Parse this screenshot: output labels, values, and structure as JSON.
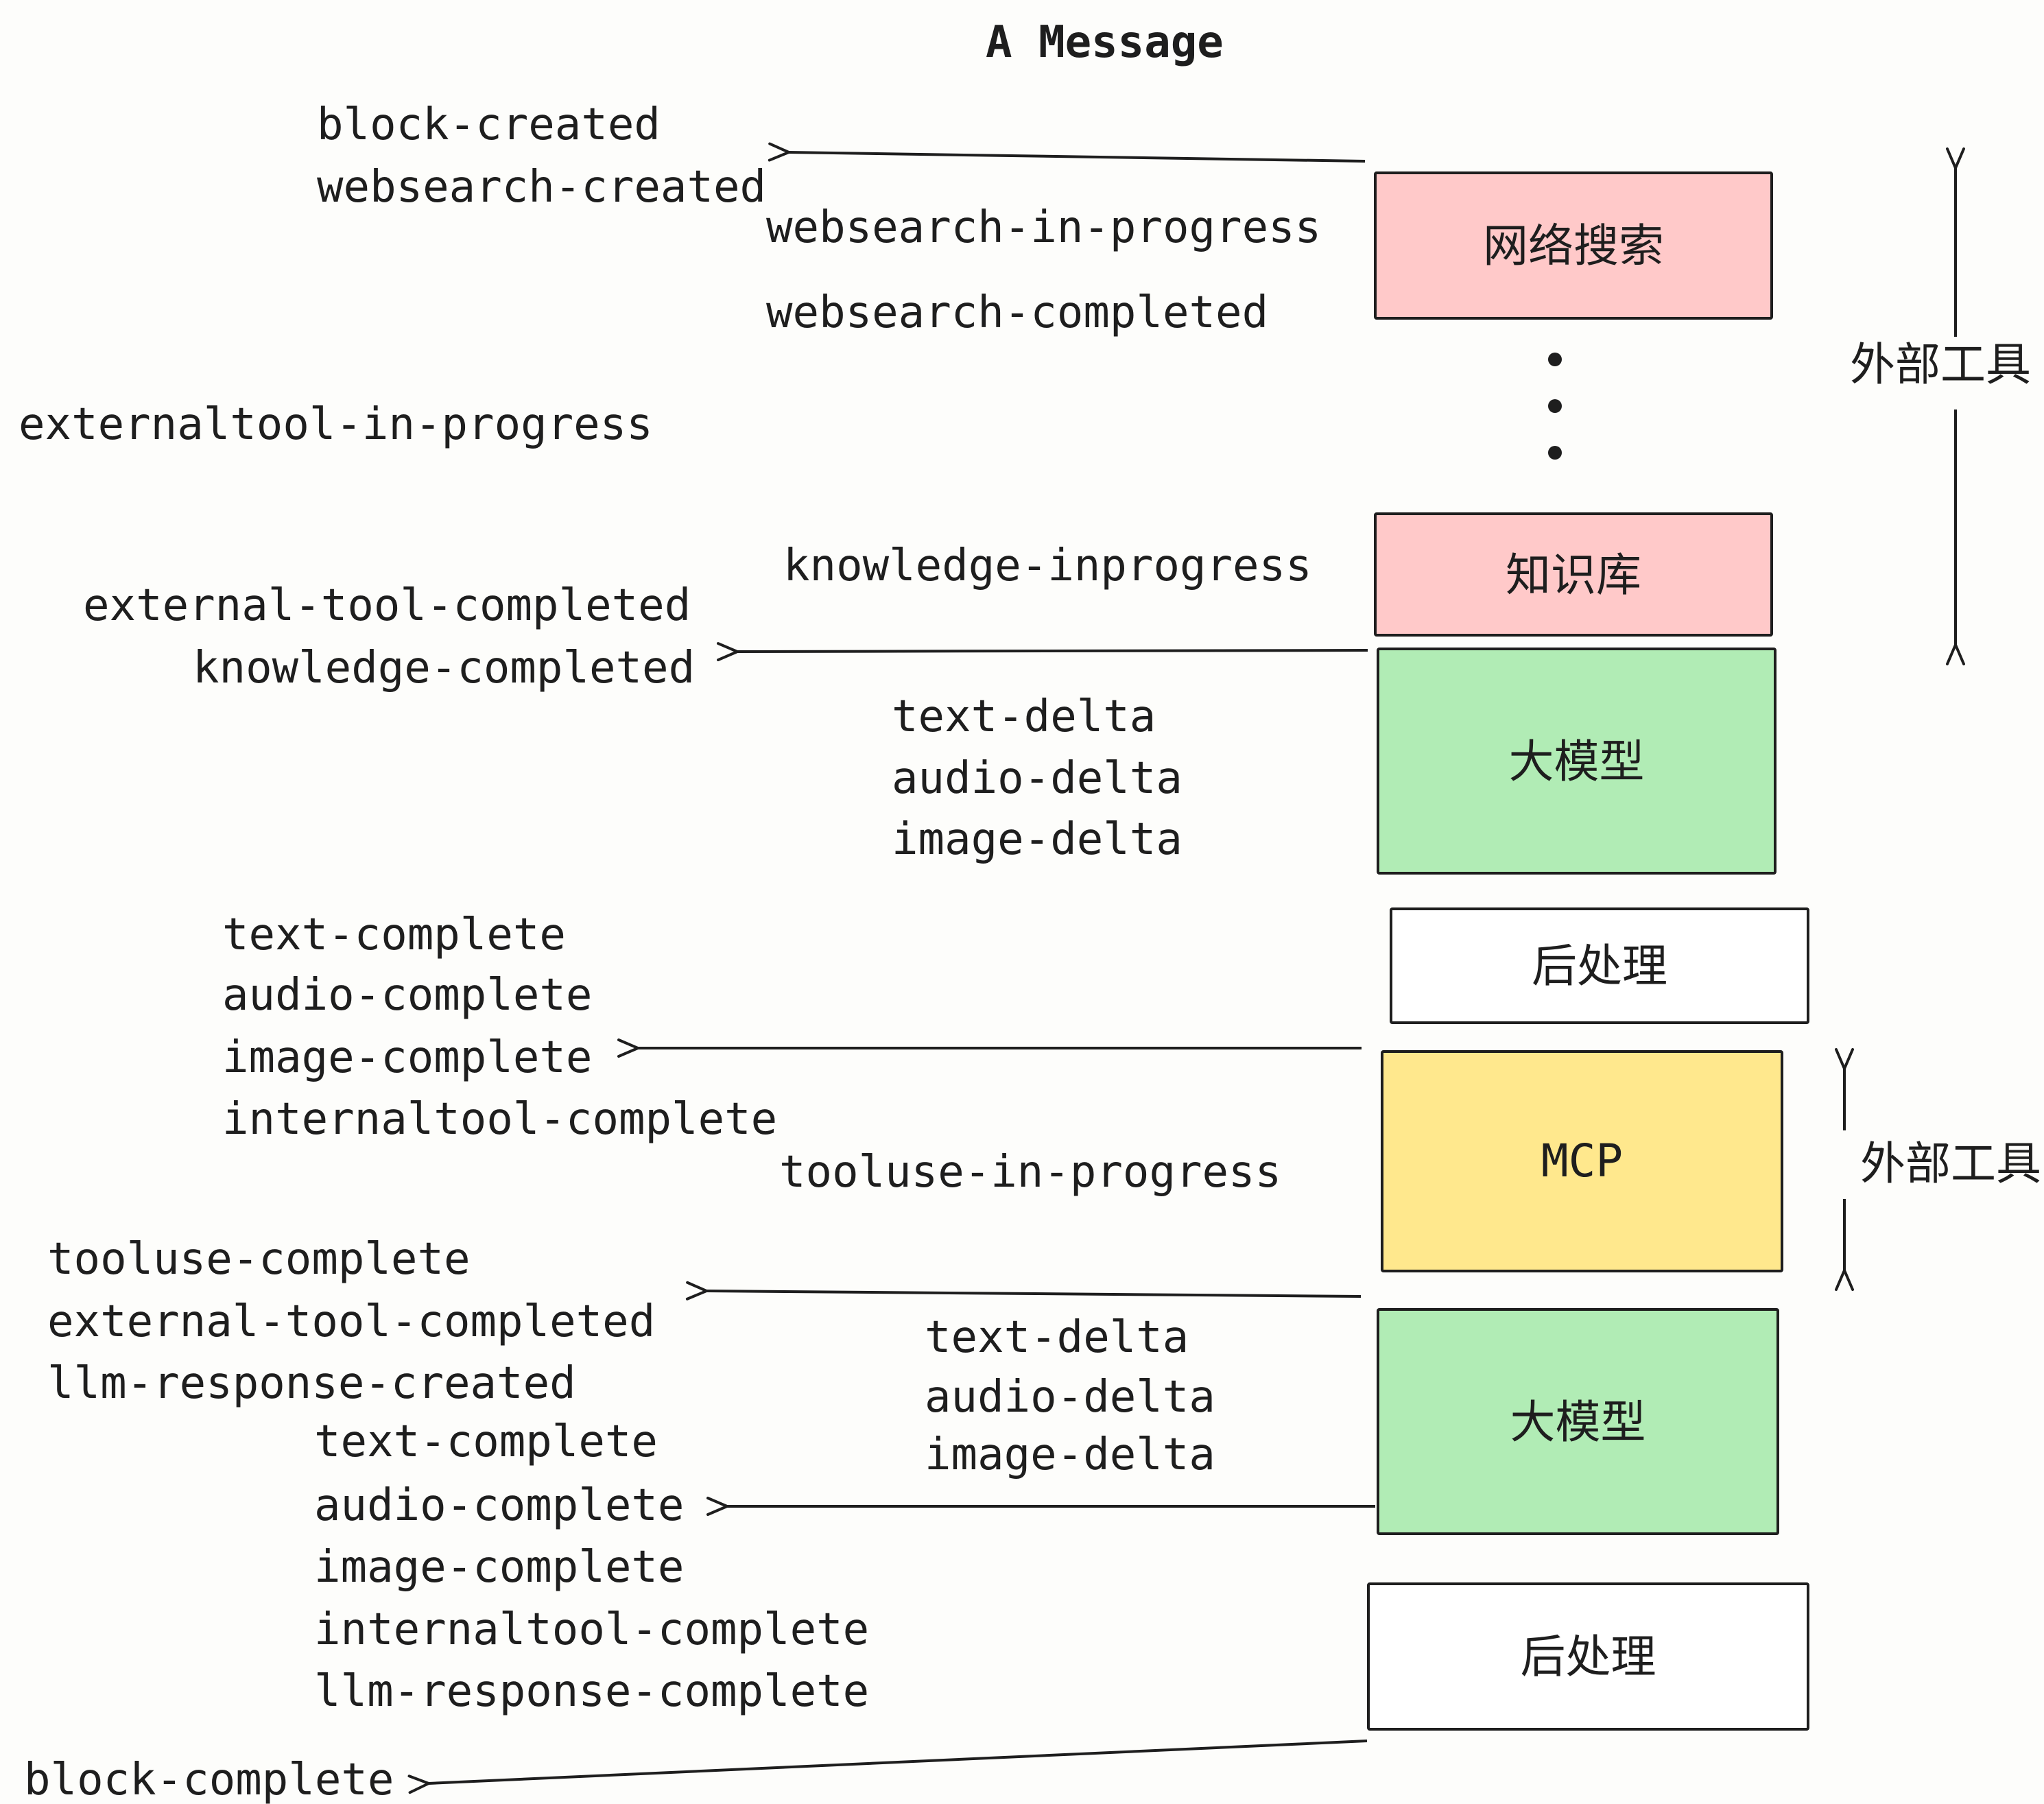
{
  "title": "A Message",
  "side_label": "外部工具",
  "colors": {
    "pink": "#ffc9c9",
    "green": "#b1ecb5",
    "yellow": "#ffe88d",
    "white": "#ffffff",
    "ink": "#1e1e1e"
  },
  "boxes": {
    "websearch": "网络搜索",
    "knowledge": "知识库",
    "llm": "大模型",
    "post": "后处理",
    "mcp": "MCP"
  },
  "events": {
    "block_created": "block-created",
    "websearch_created": "websearch-created",
    "websearch_in_progress": "websearch-in-progress",
    "websearch_completed": "websearch-completed",
    "externaltool_in_progress": "externaltool-in-progress",
    "knowledge_inprogress": "knowledge-inprogress",
    "external_tool_completed": "external-tool-completed",
    "knowledge_completed": "knowledge-completed",
    "text_delta": "text-delta",
    "audio_delta": "audio-delta",
    "image_delta": "image-delta",
    "text_complete": "text-complete",
    "audio_complete": "audio-complete",
    "image_complete": "image-complete",
    "internaltool_complete": "internaltool-complete",
    "tooluse_in_progress": "tooluse-in-progress",
    "tooluse_complete": "tooluse-complete",
    "llm_response_created": "llm-response-created",
    "llm_response_complete": "llm-response-complete",
    "block_complete": "block-complete"
  }
}
